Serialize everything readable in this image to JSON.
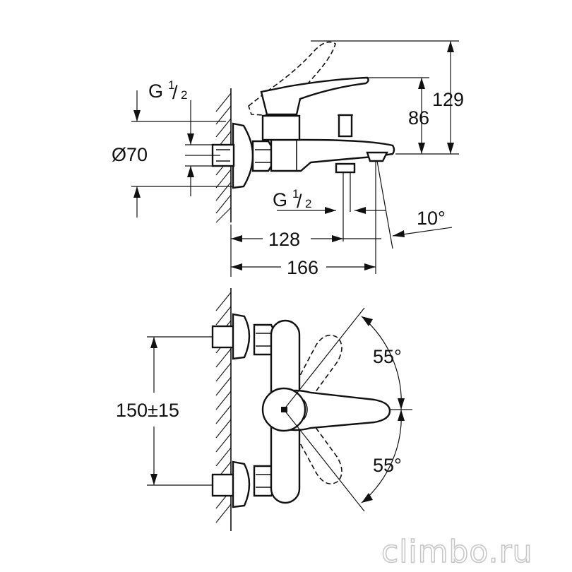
{
  "side_view": {
    "dim_height_total": "129",
    "dim_height_spout": "86",
    "dim_diameter": "Ø70",
    "dim_depth_outlet": "128",
    "dim_depth_total": "166",
    "dim_angle": "10°",
    "thread_top": {
      "main": "G",
      "num": "1",
      "den": "2"
    },
    "thread_bottom": {
      "main": "G",
      "num": "1",
      "den": "2"
    }
  },
  "front_view": {
    "dim_centers": "150±15",
    "angle_up": "55°",
    "angle_down": "55°"
  },
  "watermark": "climbo.ru"
}
